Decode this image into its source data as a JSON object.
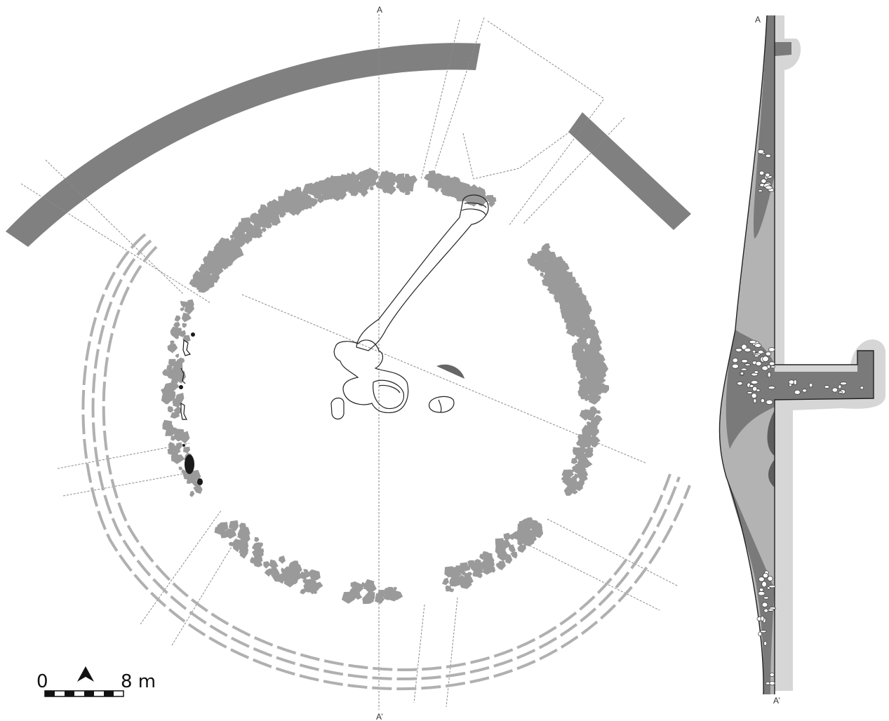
{
  "plan_labels": {
    "section_top": "A",
    "section_bottom": "A’"
  },
  "profile_labels": {
    "top": "A",
    "bottom": "A’"
  },
  "scale_bar": {
    "start": "0",
    "end": "8 m"
  },
  "north_arrow": "north-arrow-icon",
  "colors": {
    "bank": "#808080",
    "stones": "#9a9a9a",
    "ditch": "#b8b8b8",
    "profile_dark": "#7a7a7a",
    "profile_mid": "#b3b3b3",
    "profile_light": "#d6d6d6",
    "outline": "#333333"
  }
}
